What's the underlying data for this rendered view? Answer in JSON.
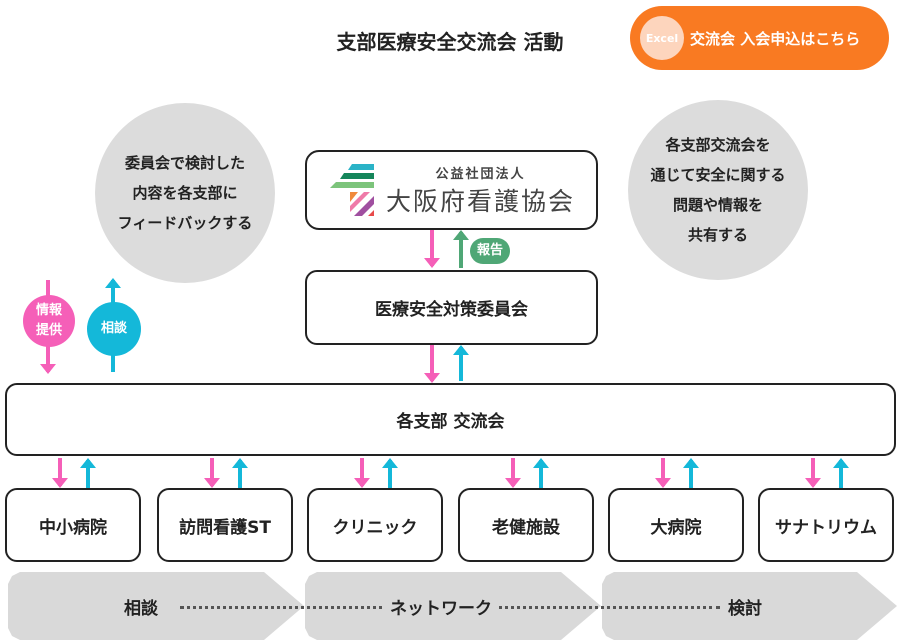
{
  "title": "支部医療安全交流会 活動",
  "excel_button": {
    "badge": "Excel",
    "label": "交流会 入会申込はこちら"
  },
  "bubbles": {
    "left": "委員会で検討した\n内容を各支部に\nフィードバックする",
    "right": "各支部交流会を\n通じて安全に関する\n問題や情報を\n共有する"
  },
  "logo": {
    "sub": "公益社団法人",
    "name": "大阪府看護協会"
  },
  "report_label": "報告",
  "committee": "医療安全対策委員会",
  "branch": "各支部 交流会",
  "legend": {
    "info": "情報\n提供",
    "consult": "相談"
  },
  "facilities": [
    "中小病院",
    "訪問看護ST",
    "クリニック",
    "老健施設",
    "大病院",
    "サナトリウム"
  ],
  "flow": [
    "相談",
    "ネットワーク",
    "検討"
  ],
  "colors": {
    "pink": "#f55fb8",
    "cyan": "#14b8d9",
    "green": "#4fa776",
    "orange": "#f97a22"
  }
}
